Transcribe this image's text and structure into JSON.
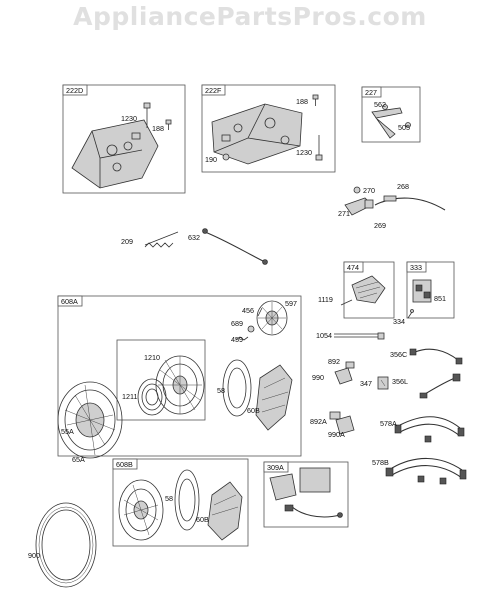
{
  "watermark": "AppliancePartsPros.com",
  "groups": {
    "g222D": "222D",
    "g222F": "222F",
    "g227": "227",
    "g474": "474",
    "g333": "333",
    "g608A": "608A",
    "g608B": "608B",
    "g309A": "309A"
  },
  "parts": {
    "p1230a": "1230",
    "p188a": "188",
    "p188b": "188",
    "p190": "190",
    "p1230b": "1230",
    "p562": "562",
    "p505": "505",
    "p270": "270",
    "p268": "268",
    "p271": "271",
    "p269": "269",
    "p209": "209",
    "p632": "632",
    "p1119": "1119",
    "p334": "334",
    "p851": "851",
    "p1054": "1054",
    "p456": "456",
    "p597": "597",
    "p689": "689",
    "p459": "459",
    "p1210": "1210",
    "p1211": "1211",
    "p58a": "58",
    "p60Ba": "60B",
    "p55A": "55A",
    "p65A": "65A",
    "p58b": "58",
    "p60Bb": "60B",
    "p900": "900",
    "p892": "892",
    "p990": "990",
    "p347": "347",
    "p892A": "892A",
    "p990A": "990A",
    "p356C": "356C",
    "p356L": "356L",
    "p578A": "578A",
    "p578B": "578B"
  }
}
